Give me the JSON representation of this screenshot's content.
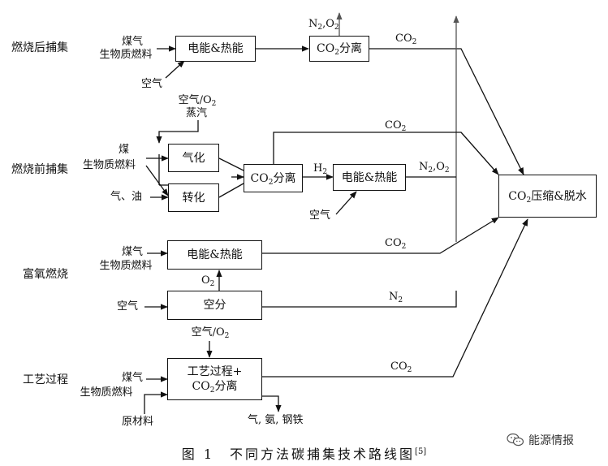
{
  "categories": {
    "post": "燃烧后捕集",
    "pre": "燃烧前捕集",
    "oxy": "富氧燃烧",
    "process": "工艺过程"
  },
  "boxes": {
    "post_power": "电能&热能",
    "post_sep_main": "CO",
    "post_sep_sub": "2",
    "post_sep_tail": "分离",
    "gasify": "气化",
    "reform": "转化",
    "pre_sep_main": "CO",
    "pre_sep_sub": "2",
    "pre_sep_tail": "分离",
    "pre_power": "电能&热能",
    "oxy_power": "电能&热能",
    "asu": "空分",
    "process_line1": "工艺过程+",
    "process_main": "CO",
    "process_sub": "2",
    "process_tail": "分离",
    "compress_main": "CO",
    "compress_sub": "2",
    "compress_tail": "压缩&脱水"
  },
  "labels": {
    "coal": "煤气",
    "biomass": "生物质燃料",
    "air": "空气",
    "coal_single": "煤",
    "gas_oil": "气、油",
    "air_o2_pre": "空气/O",
    "air_o2_pre_sub": "2",
    "steam": "蒸汽",
    "n2": "N",
    "n2_sub": "2",
    "o2": "O",
    "o2_sub": "2",
    "n2o2_sep": ",",
    "co2": "CO",
    "co2_sub": "2",
    "h2": "H",
    "h2_sub": "2",
    "air_o2_proc": "空气/O",
    "air_o2_proc_sub": "2",
    "raw": "原材料",
    "products": "气, 氨, 钢铁"
  },
  "caption": {
    "text": "图 1　不同方法碳捕集技术路线图",
    "ref": "[5]"
  },
  "watermark": {
    "text": "能源情报",
    "icon": "wechat-icon"
  }
}
